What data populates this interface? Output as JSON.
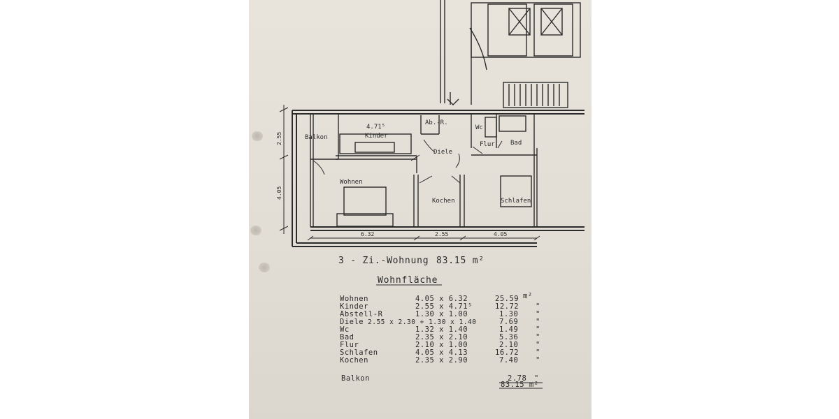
{
  "plan": {
    "rooms": {
      "balkon": "Balkon",
      "kinder": "Kinder",
      "kinder_area": "4.71⁵",
      "abstell": "Ab.-R.",
      "diele": "Diele",
      "wc": "Wc",
      "flur": "Flur",
      "bad": "Bad",
      "wohnen": "Wohnen",
      "kochen": "Kochen",
      "schlafen": "Schlafen"
    },
    "dimensions": {
      "left_upper": "2.55",
      "left_lower": "4.05",
      "bottom_1": "6.32",
      "bottom_2": "2.55",
      "bottom_3": "4.05"
    }
  },
  "title": "3 - Zi.-Wohnung",
  "title_area": "83.15 m²",
  "area_heading": "Wohnfläche",
  "area_rows": [
    {
      "room": "Wohnen",
      "calc": "4.05 x 6.32",
      "value": "25.59",
      "unit": "m²"
    },
    {
      "room": "Kinder",
      "calc": "2.55 x 4.71⁵",
      "value": "12.72",
      "unit": "\""
    },
    {
      "room": "Abstell-R",
      "calc": "1.30 x 1.00",
      "value": "1.30",
      "unit": "\""
    },
    {
      "room": "Diele",
      "calc": "2.55 x 2.30 + 1.30 x 1.40",
      "value": "7.69",
      "unit": "\""
    },
    {
      "room": "Wc",
      "calc": "1.32 x 1.40",
      "value": "1.49",
      "unit": "\""
    },
    {
      "room": "Bad",
      "calc": "2.35 x 2.10",
      "value": "5.36",
      "unit": "\""
    },
    {
      "room": "Flur",
      "calc": "2.10 x 1.00",
      "value": "2.10",
      "unit": "\""
    },
    {
      "room": "Schlafen",
      "calc": "4.05 x 4.13",
      "value": "16.72",
      "unit": "\""
    },
    {
      "room": "Kochen",
      "calc": "2.35 x 2.90",
      "value": "7.40",
      "unit": "\""
    }
  ],
  "balkon_row": {
    "room": "Balkon",
    "value": "2.78",
    "unit": "\""
  },
  "total": "83.15 m²"
}
